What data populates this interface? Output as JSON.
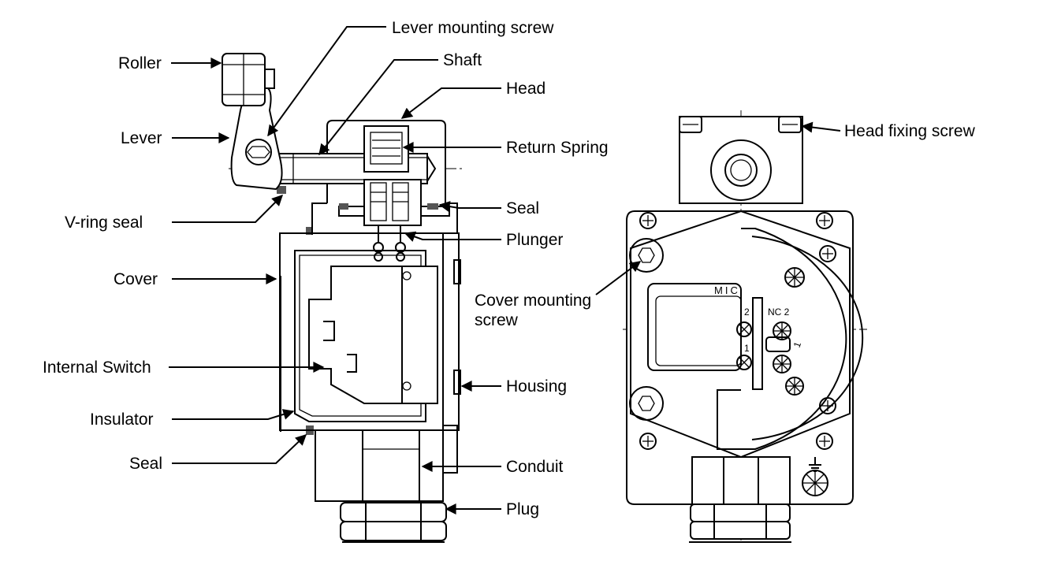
{
  "labels": {
    "lever_mounting_screw": "Lever mounting screw",
    "roller": "Roller",
    "shaft": "Shaft",
    "head": "Head",
    "lever": "Lever",
    "return_spring": "Return Spring",
    "v_ring_seal": "V-ring seal",
    "seal_upper": "Seal",
    "plunger": "Plunger",
    "cover": "Cover",
    "cover_mounting_screw_line1": "Cover mounting",
    "cover_mounting_screw_line2": "screw",
    "internal_switch": "Internal Switch",
    "housing": "Housing",
    "insulator": "Insulator",
    "seal_lower": "Seal",
    "conduit": "Conduit",
    "plug": "Plug",
    "head_fixing_screw": "Head fixing screw"
  },
  "switch_markings": {
    "brand_text": "MIC",
    "terminal_2_left": "2",
    "terminal_nc2": "NC 2",
    "terminal_1_left": "1",
    "terminal_1_right": "1"
  },
  "colors": {
    "ink": "#000000",
    "paper": "#ffffff"
  }
}
